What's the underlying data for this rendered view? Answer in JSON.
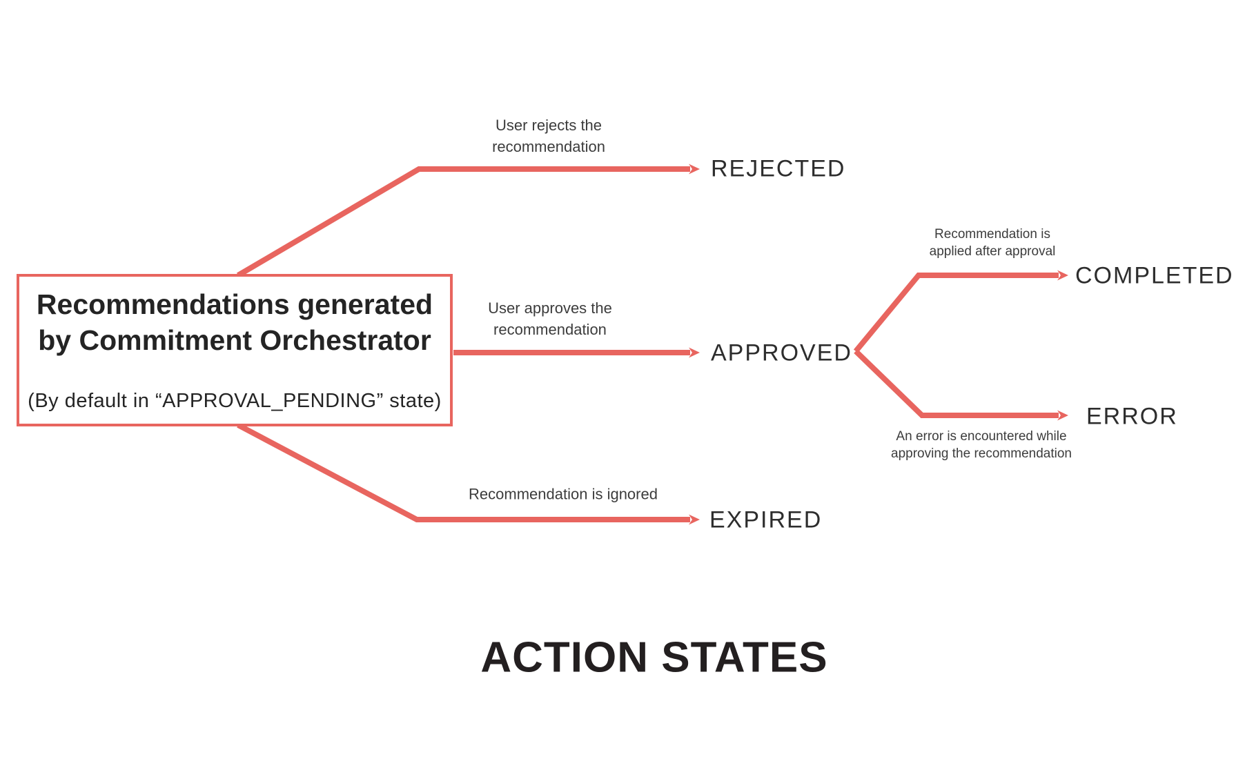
{
  "colors": {
    "accent": "#E8655F",
    "heading": "#231F20",
    "state": "#2D2D2D",
    "label": "#3C3C3C",
    "box_text": "#242424"
  },
  "box": {
    "title_lines": [
      "Recommendations generated",
      "by Commitment Orchestrator"
    ],
    "subtitle": "(By default in “APPROVAL_PENDING” state)"
  },
  "states": {
    "rejected": "REJECTED",
    "approved": "APPROVED",
    "expired": "EXPIRED",
    "completed": "COMPLETED",
    "error": "ERROR"
  },
  "transitions": {
    "reject": {
      "line1": "User rejects the",
      "line2": "recommendation"
    },
    "approve": {
      "line1": "User approves the",
      "line2": "recommendation"
    },
    "expire": {
      "line1": "Recommendation is ignored"
    },
    "complete": {
      "line1": "Recommendation is",
      "line2": "applied after approval"
    },
    "error": {
      "line1": "An error is encountered while",
      "line2": "approving the recommendation"
    }
  },
  "title": "ACTION STATES"
}
